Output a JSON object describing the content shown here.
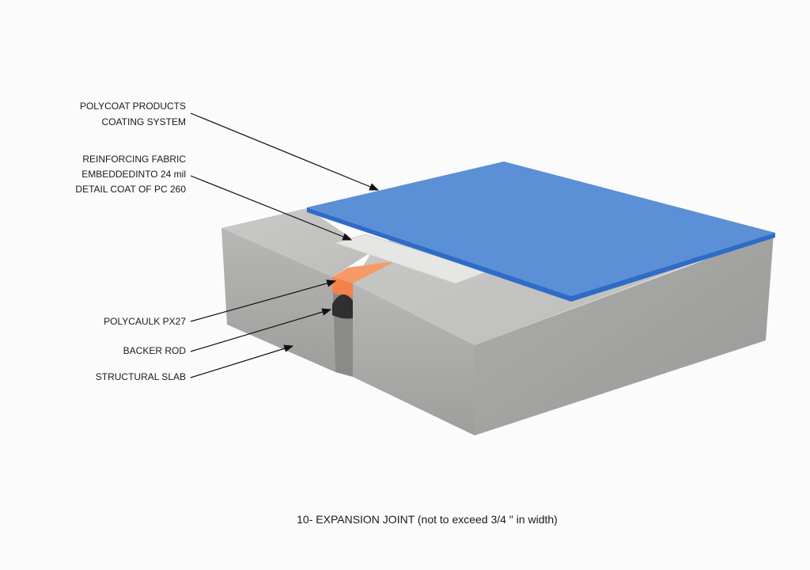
{
  "labels": {
    "coating": [
      "POLYCOAT PRODUCTS",
      "COATING SYSTEM"
    ],
    "fabric": [
      "REINFORCING FABRIC",
      "EMBEDDEDINTO 24 mil",
      "DETAIL COAT OF PC 260"
    ],
    "caulk": "POLYCAULK PX27",
    "backer_rod": "BACKER ROD",
    "slab": "STRUCTURAL SLAB"
  },
  "caption": "10- EXPANSION JOINT (not to exceed 3/4 \" in width)",
  "colors": {
    "coating": "#5b8fd6",
    "concrete": "#b9b9b7",
    "sealant": "#f4814a",
    "backer_rod": "#2f2f2f",
    "fabric": "#e6e6e4"
  }
}
